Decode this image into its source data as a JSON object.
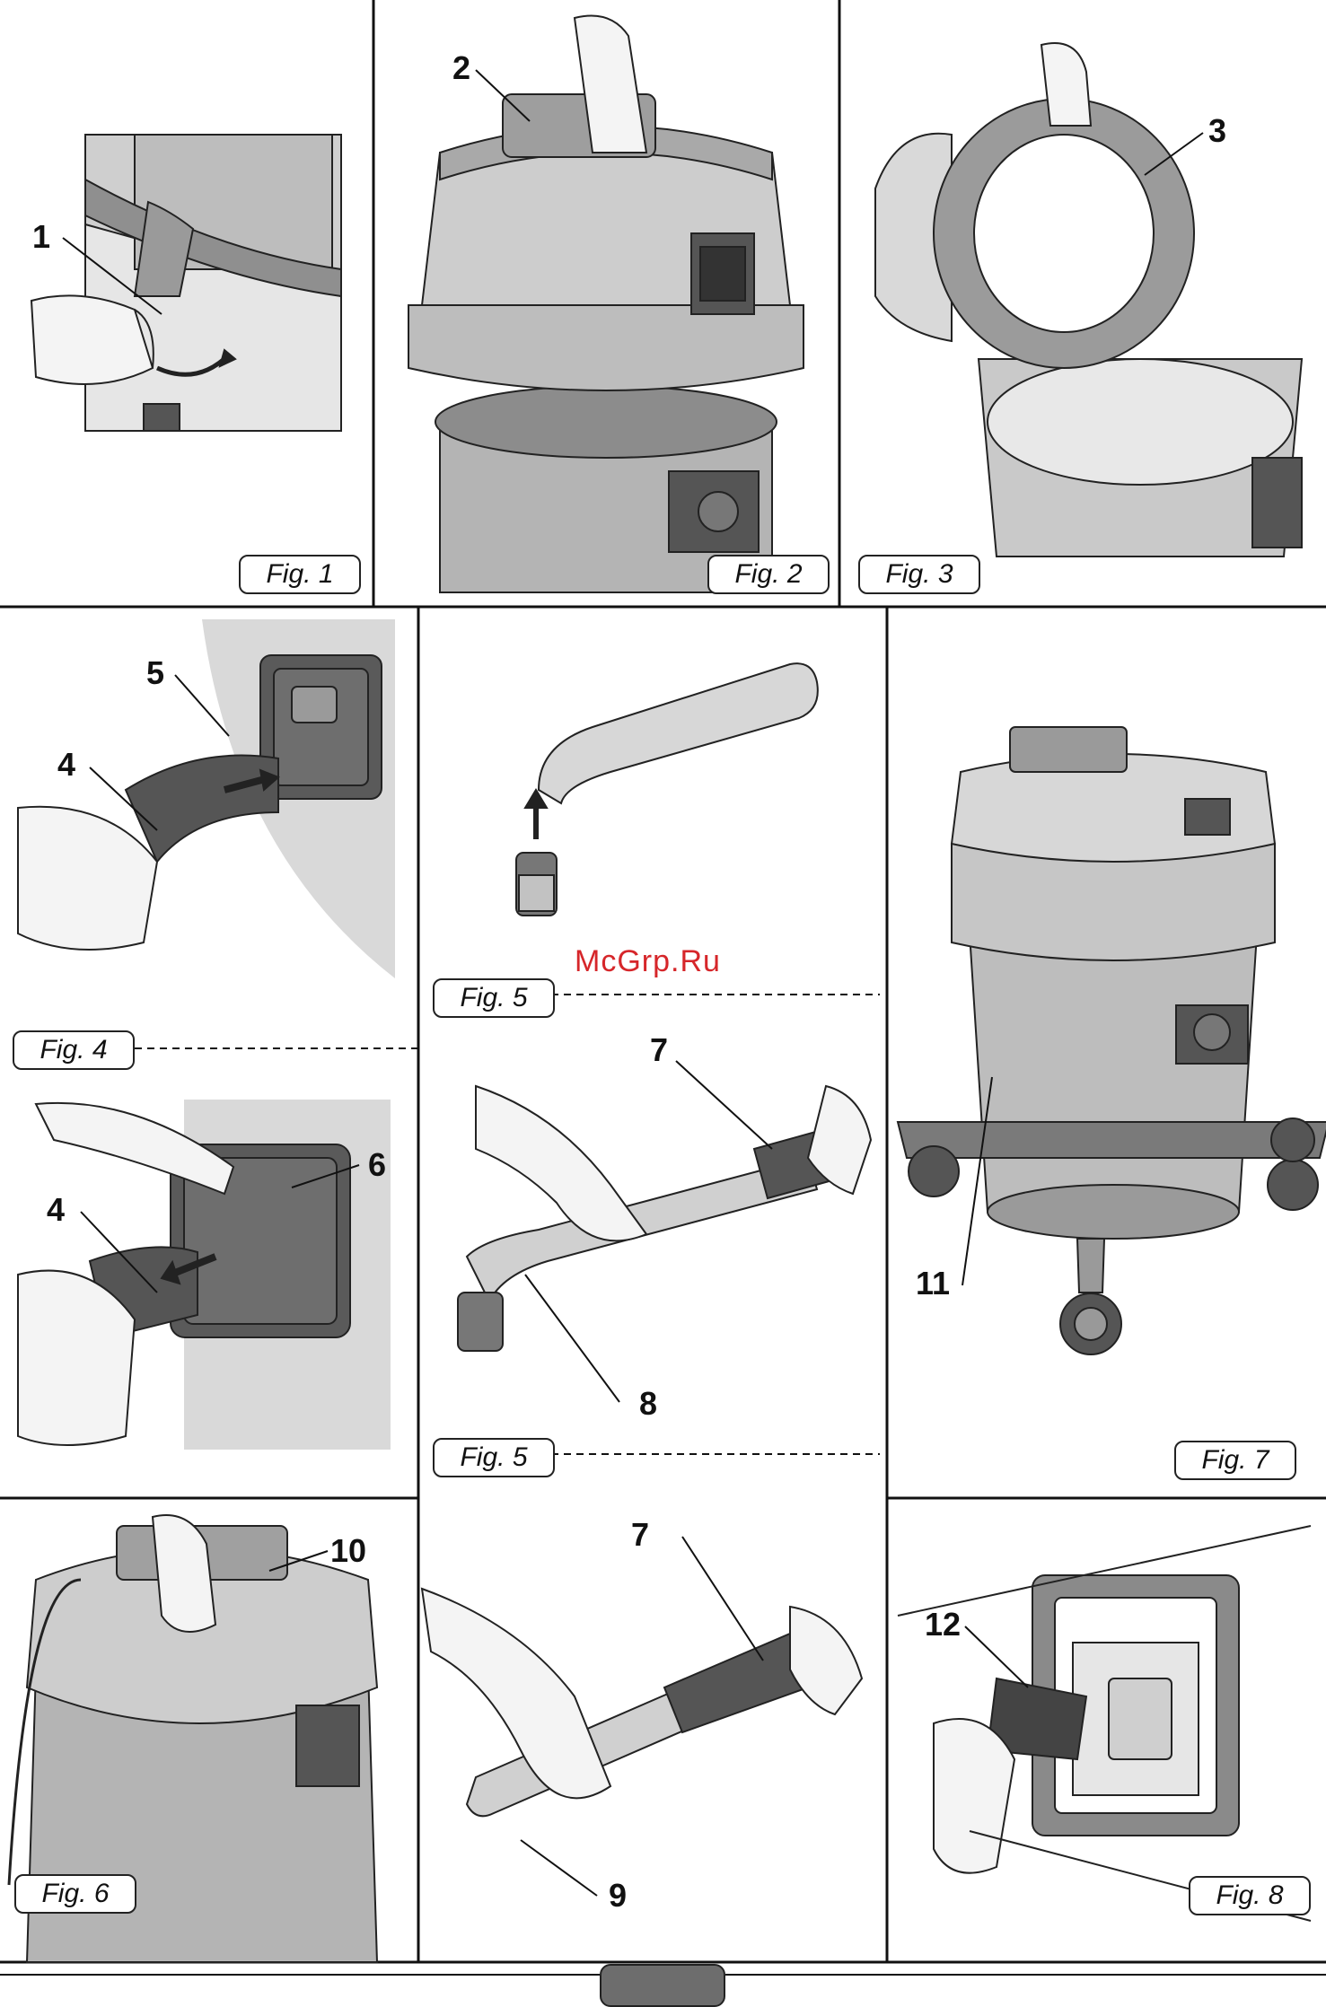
{
  "figures": {
    "fig1": "Fig. 1",
    "fig2": "Fig. 2",
    "fig3": "Fig. 3",
    "fig4": "Fig. 4",
    "fig5a": "Fig. 5",
    "fig5b": "Fig. 5",
    "fig6": "Fig. 6",
    "fig7": "Fig. 7",
    "fig8": "Fig. 8"
  },
  "callouts": {
    "c1": "1",
    "c2": "2",
    "c3": "3",
    "c4a": "4",
    "c4b": "4",
    "c5": "5",
    "c6": "6",
    "c7a": "7",
    "c7b": "7",
    "c8": "8",
    "c9": "9",
    "c10": "10",
    "c11": "11",
    "c12": "12"
  },
  "watermark": "McGrp.Ru",
  "colors": {
    "line": "#111111",
    "metal": "#b5b5b5",
    "dark": "#555555",
    "panel": "#d3d3d3",
    "wall": "#d9d9d9",
    "watermark": "#d6262a"
  }
}
